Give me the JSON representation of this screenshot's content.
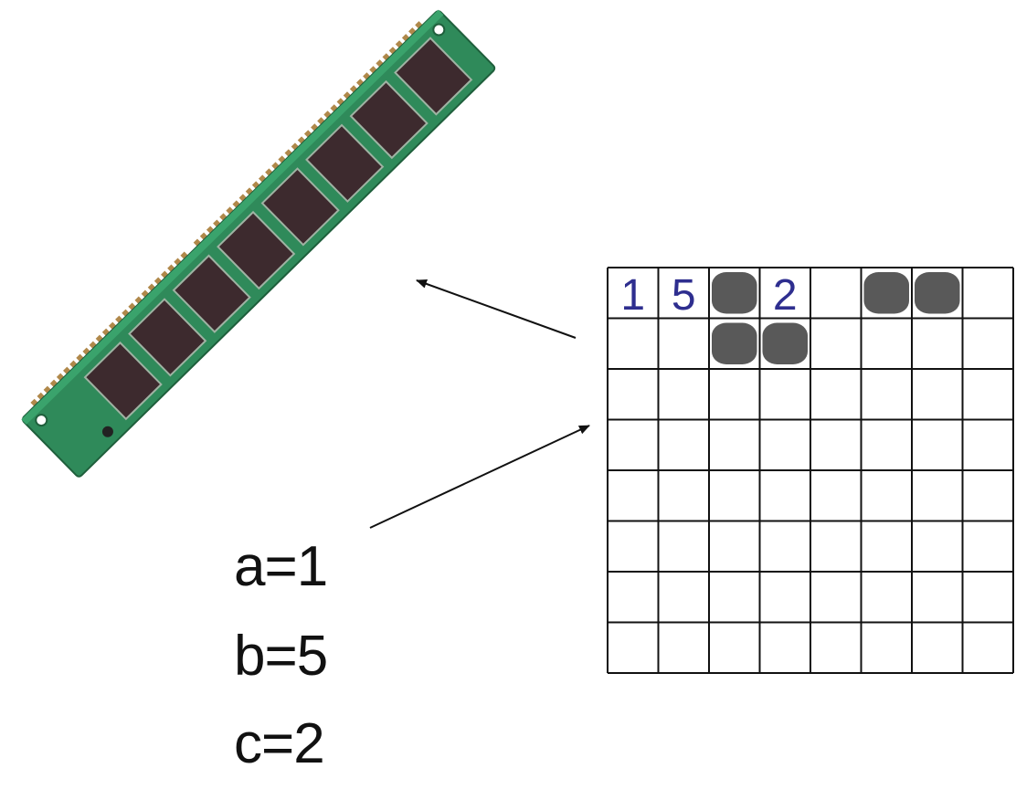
{
  "variables": [
    {
      "text": "a=1"
    },
    {
      "text": "b=5"
    },
    {
      "text": "c=2"
    }
  ],
  "memory_grid": {
    "rows": 8,
    "cols": 8,
    "value_color": "#2e2e8f",
    "used_color": "#595959",
    "line_color": "#111111",
    "values": [
      {
        "row": 0,
        "col": 0,
        "text": "1"
      },
      {
        "row": 0,
        "col": 1,
        "text": "5"
      },
      {
        "row": 0,
        "col": 3,
        "text": "2"
      }
    ],
    "used_cells": [
      {
        "row": 0,
        "col": 2
      },
      {
        "row": 0,
        "col": 5
      },
      {
        "row": 0,
        "col": 6
      },
      {
        "row": 1,
        "col": 2
      },
      {
        "row": 1,
        "col": 3
      }
    ]
  },
  "ram_stick": {
    "icon": "ram-module-icon",
    "board_color": "#2f8a5a",
    "chip_color": "#3d2a2e",
    "contact_color": "#b0884a"
  }
}
